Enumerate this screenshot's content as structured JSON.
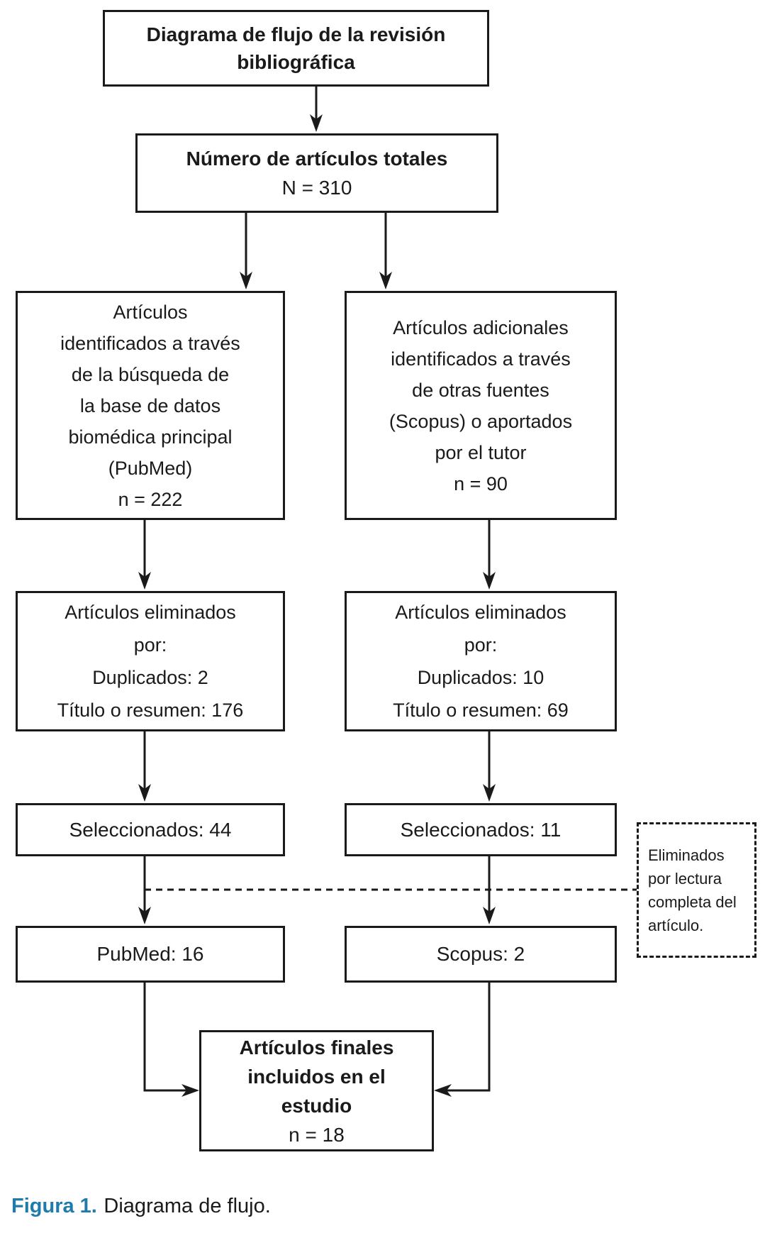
{
  "figure": {
    "caption_label": "Figura 1.",
    "caption_text": "Diagrama de flujo.",
    "caption_label_color": "#1f7bab",
    "line_color": "#1a1a1a"
  },
  "boxes": {
    "title": {
      "lines": [
        "Diagrama de flujo de la revisión",
        "bibliográfica"
      ]
    },
    "total": {
      "heading": "Número de artículos totales",
      "count": "N = 310"
    },
    "pubmed_source": {
      "lines": [
        "Artículos",
        "identificados a través",
        "de la búsqueda de",
        "la base de datos",
        "biomédica principal",
        "(PubMed)",
        "n = 222"
      ]
    },
    "scopus_source": {
      "lines": [
        "Artículos adicionales",
        "identificados a través",
        "de otras fuentes",
        "(Scopus) o aportados",
        "por el tutor",
        "n = 90"
      ]
    },
    "pubmed_removed": {
      "lines": [
        "Artículos eliminados",
        "por:",
        "Duplicados: 2",
        "Título o resumen: 176"
      ]
    },
    "scopus_removed": {
      "lines": [
        "Artículos eliminados",
        "por:",
        "Duplicados: 10",
        "Título o resumen: 69"
      ]
    },
    "pubmed_selected": {
      "label": "Seleccionados: 44"
    },
    "scopus_selected": {
      "label": "Seleccionados: 11"
    },
    "fulltext_note": {
      "lines": [
        "Eliminados",
        "por lectura",
        "completa del",
        "artículo."
      ]
    },
    "pubmed_final": {
      "label": "PubMed: 16"
    },
    "scopus_final": {
      "label": "Scopus: 2"
    },
    "included": {
      "bold_lines": [
        "Artículos finales",
        "incluidos en el",
        "estudio"
      ],
      "count": "n = 18"
    }
  }
}
